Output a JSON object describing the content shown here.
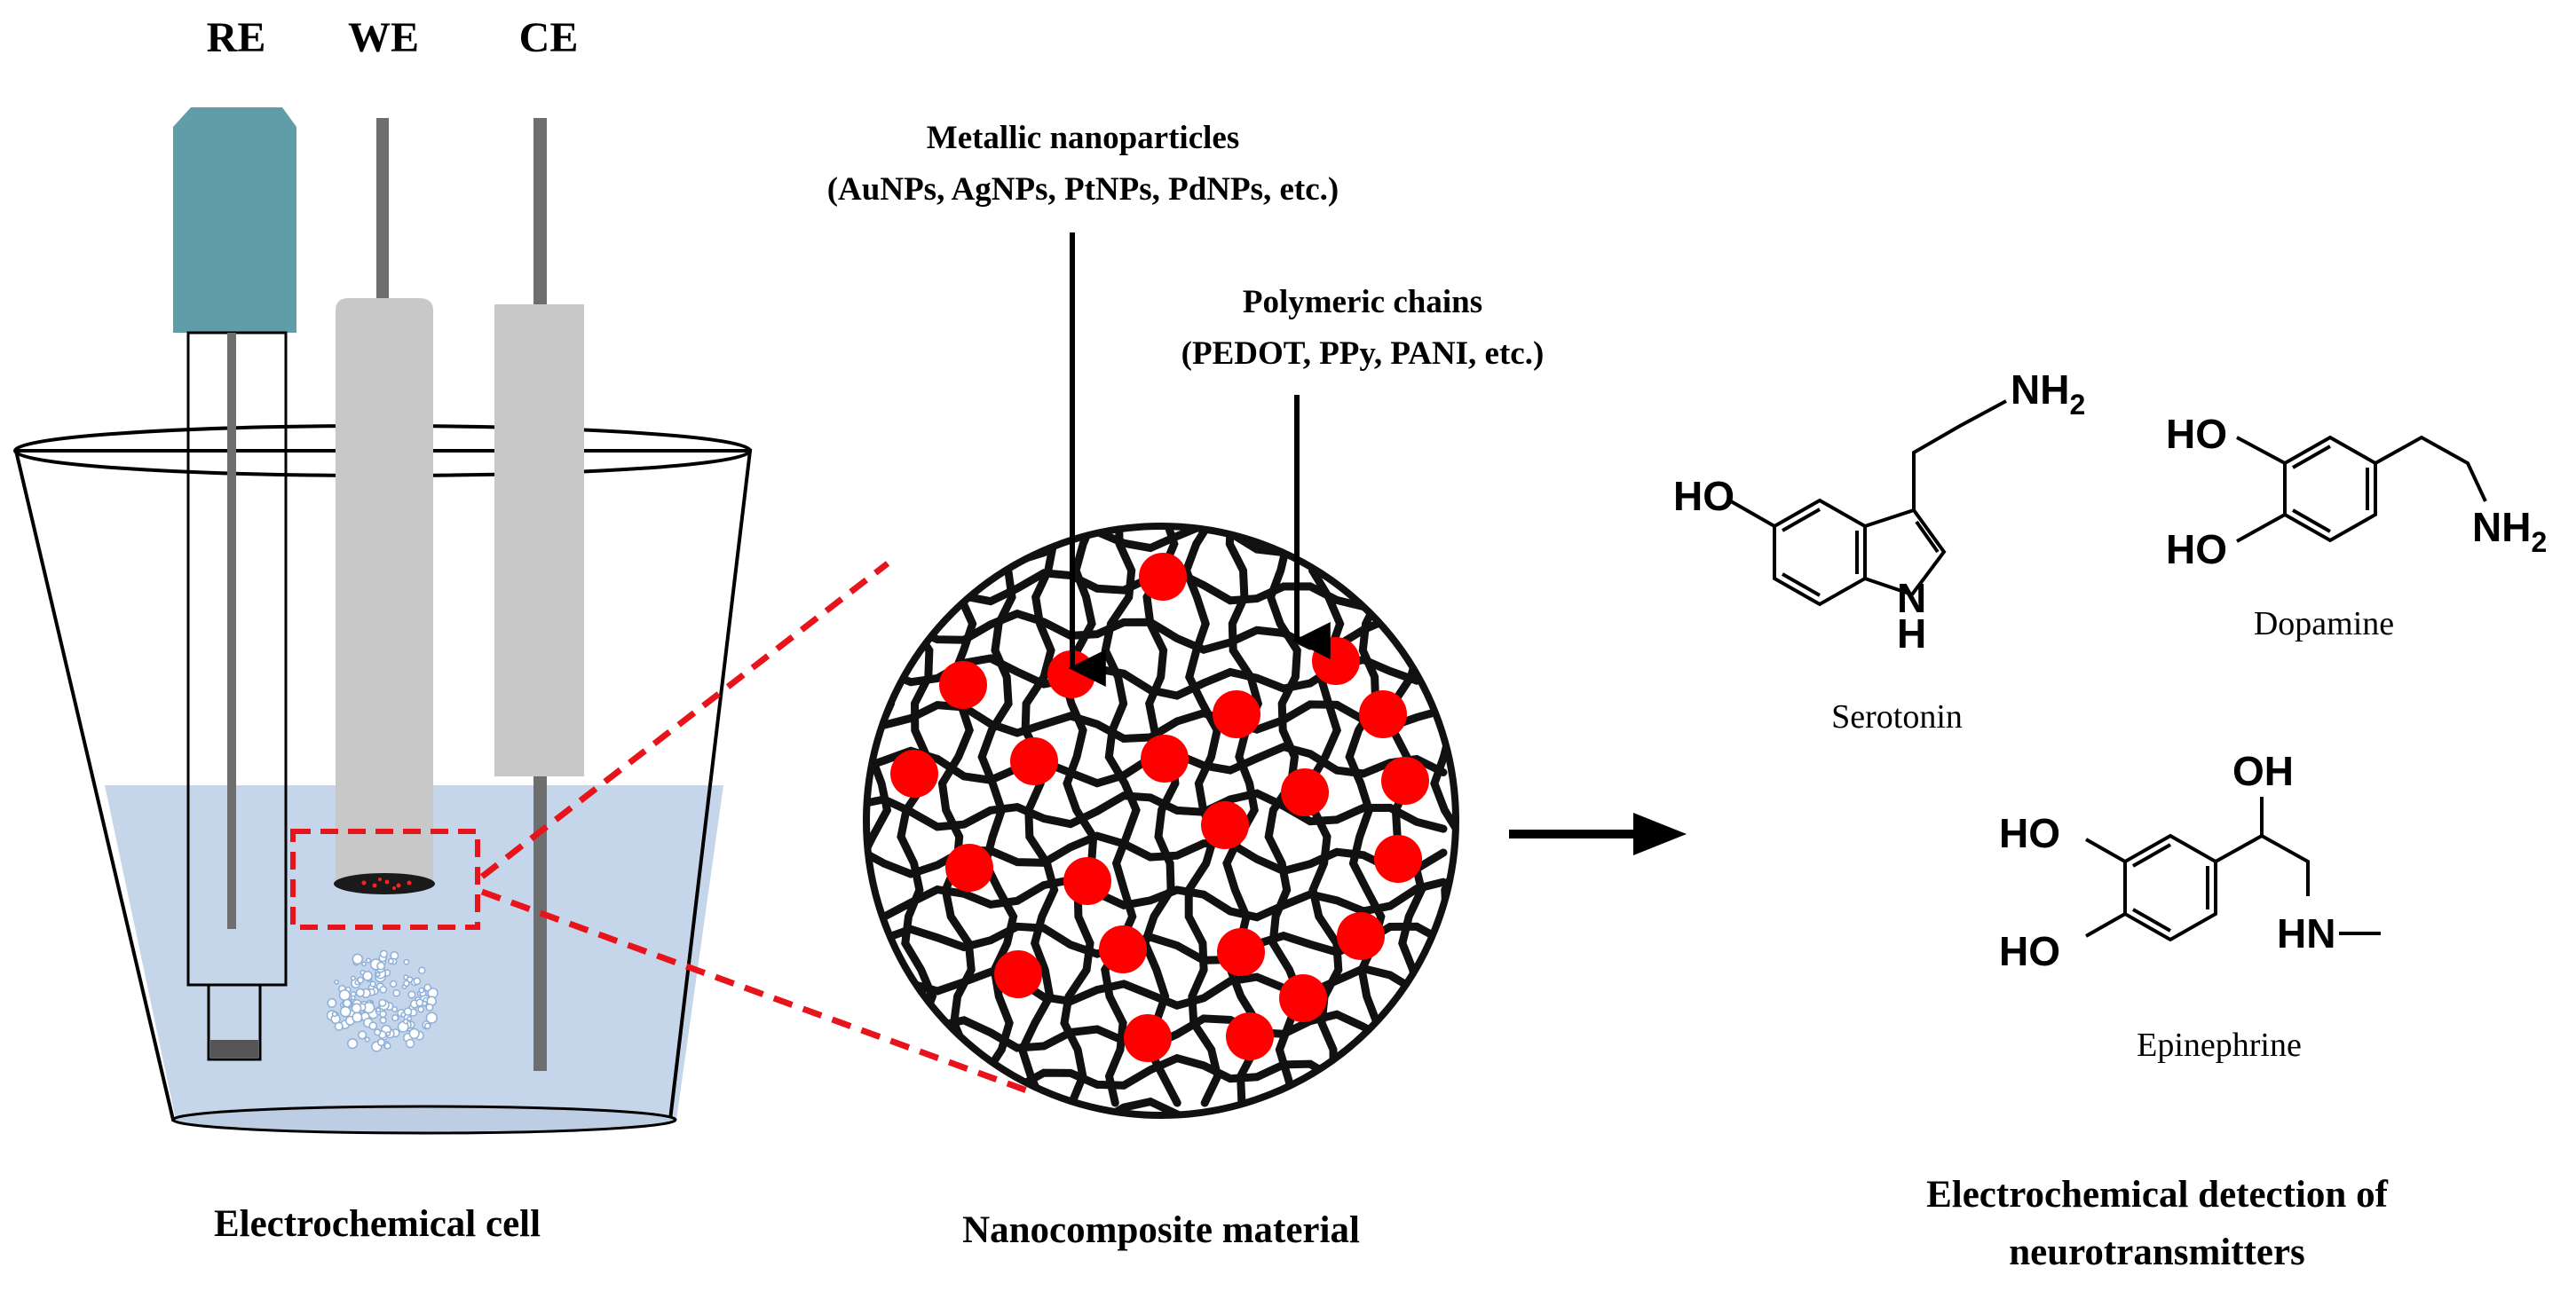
{
  "electrodes": {
    "re": "RE",
    "we": "WE",
    "ce": "CE"
  },
  "nanoparticles": {
    "title": "Metallic nanoparticles",
    "examples": "(AuNPs, AgNPs, PtNPs, PdNPs, etc.)"
  },
  "polymers": {
    "title": "Polymeric chains",
    "examples": "(PEDOT, PPy, PANI, etc.)"
  },
  "captions": {
    "cell": "Electrochemical cell",
    "material": "Nanocomposite material",
    "detection_line1": "Electrochemical detection of",
    "detection_line2": "neurotransmitters"
  },
  "molecules": {
    "serotonin": {
      "name": "Serotonin",
      "ho": "HO",
      "nh2": "NH",
      "nh2_sub": "2",
      "ring_n": "N",
      "ring_h": "H"
    },
    "dopamine": {
      "name": "Dopamine",
      "ho_top": "HO",
      "ho_bottom": "HO",
      "nh2": "NH",
      "nh2_sub": "2"
    },
    "epinephrine": {
      "name": "Epinephrine",
      "oh": "OH",
      "ho_top": "HO",
      "ho_bottom": "HO",
      "hn": "HN"
    }
  },
  "colors": {
    "reference_electrode_cap": "#5f9ea8",
    "electrode_body": "#c8c8c8",
    "electrode_wire": "#6e6e6e",
    "electrolyte": "#c5d5ea",
    "nanoparticle": "#ff0000",
    "highlight_dash": "#e8141c",
    "polymer": "#111111"
  }
}
